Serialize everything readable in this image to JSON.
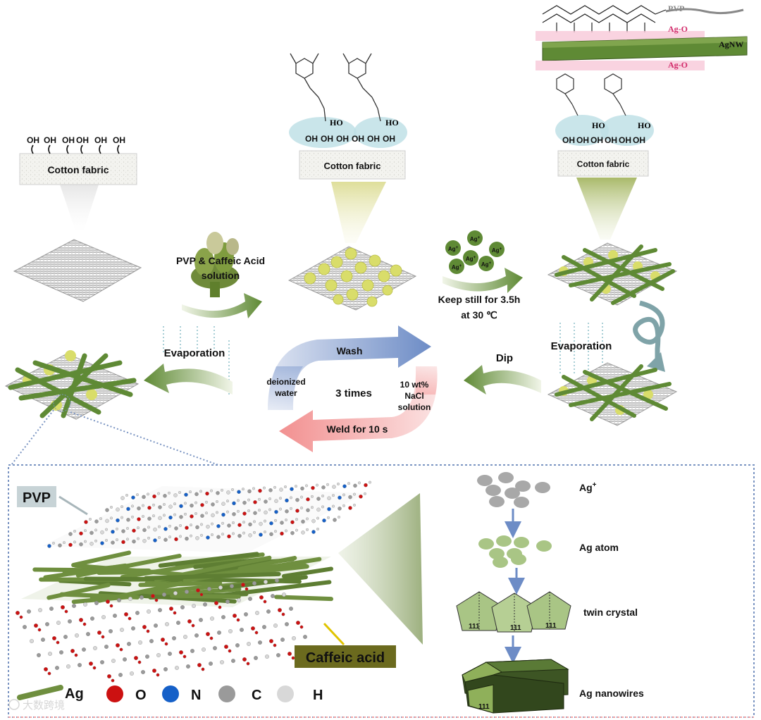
{
  "top_panels": {
    "fabric1": {
      "label": "Cotton fabric",
      "oh": "OH"
    },
    "fabric2": {
      "label": "Cotton fabric",
      "oh": "OH",
      "ho": "HO"
    },
    "fabric3": {
      "label": "Cotton fabric",
      "oh": "OH",
      "ho": "HO"
    },
    "nanowire": {
      "pvp": "PVP",
      "ag_o_top": "Ag-O",
      "agnw": "AgNW",
      "ag_o_bottom": "Ag-O"
    }
  },
  "process": {
    "step1_line1": "PVP & Caffeic Acid",
    "step1_line2": "solution",
    "ag_ion": "Ag",
    "ag_ion_sup": "+",
    "step2_line1": "Keep still for 3.5h",
    "step2_line2": "at 30 ℃",
    "evaporation_right": "Evaporation",
    "dip": "Dip",
    "evaporation_left": "Evaporation"
  },
  "cycle": {
    "wash": "Wash",
    "deionized_line1": "deionized",
    "deionized_line2": "water",
    "times": "3 times",
    "nacl_line1": "10 wt%",
    "nacl_line2": "NaCl",
    "nacl_line3": "solution",
    "weld": "Weld for 10 s"
  },
  "detail": {
    "pvp_label": "PVP",
    "caffeic_label": "Caffeic acid",
    "growth": {
      "ag_plus": "Ag",
      "ag_plus_sup": "+",
      "ag_atom": "Ag atom",
      "twin_crystal": "twin crystal",
      "facet": "111",
      "ag_nanowires": "Ag nanowires"
    },
    "legend": {
      "ag": "Ag",
      "o": "O",
      "n": "N",
      "c": "C",
      "h": "H"
    }
  },
  "colors": {
    "wire_green": "#6f8f3f",
    "yellow_particle": "#d9dd6a",
    "wash_arrow": "#6f8fc8",
    "weld_arrow": "#f28c8c",
    "dip_arrow": "#6b8f3a",
    "caffeic_box": "#6b6a1e",
    "pvp_box": "#c7d3d6",
    "oxygen": "#cc1111",
    "nitrogen": "#1560c8",
    "carbon": "#9a9a9a",
    "hydrogen": "#d8d8d8"
  },
  "watermark": "大数跨境"
}
